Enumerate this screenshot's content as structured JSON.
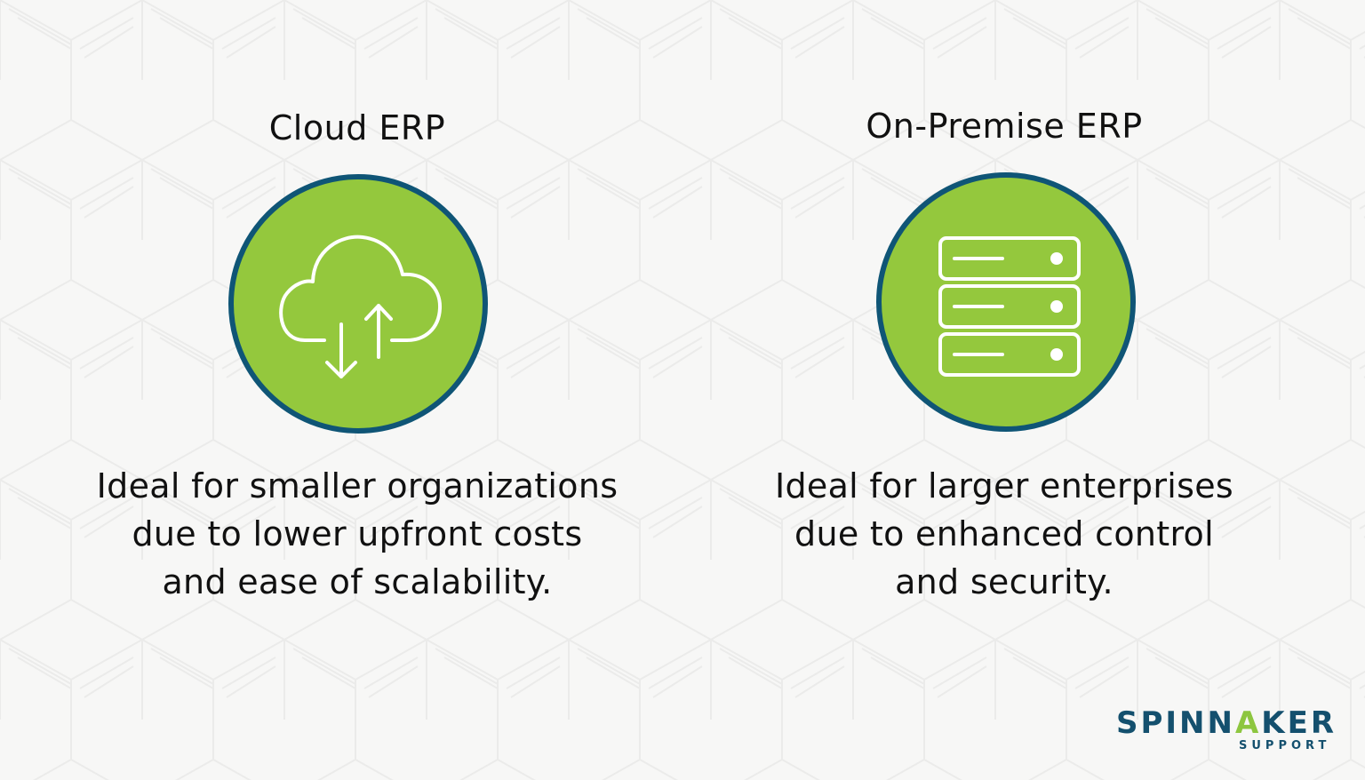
{
  "left": {
    "title": "Cloud ERP",
    "icon": "cloud-upload-download-icon",
    "description": [
      "Ideal for smaller organizations",
      "due to lower upfront costs",
      "and ease of scalability."
    ]
  },
  "right": {
    "title": "On-Premise ERP",
    "icon": "server-rack-icon",
    "description": [
      "Ideal for larger enterprises",
      "due to enhanced control",
      "and security."
    ]
  },
  "logo": {
    "main_before": "SPINN",
    "main_accent": "A",
    "main_after": "KER",
    "sub": "SUPPORT"
  },
  "colors": {
    "circle_fill": "#94c83d",
    "circle_border": "#0f5576",
    "logo_blue": "#14506e",
    "logo_green": "#8dc63f"
  }
}
